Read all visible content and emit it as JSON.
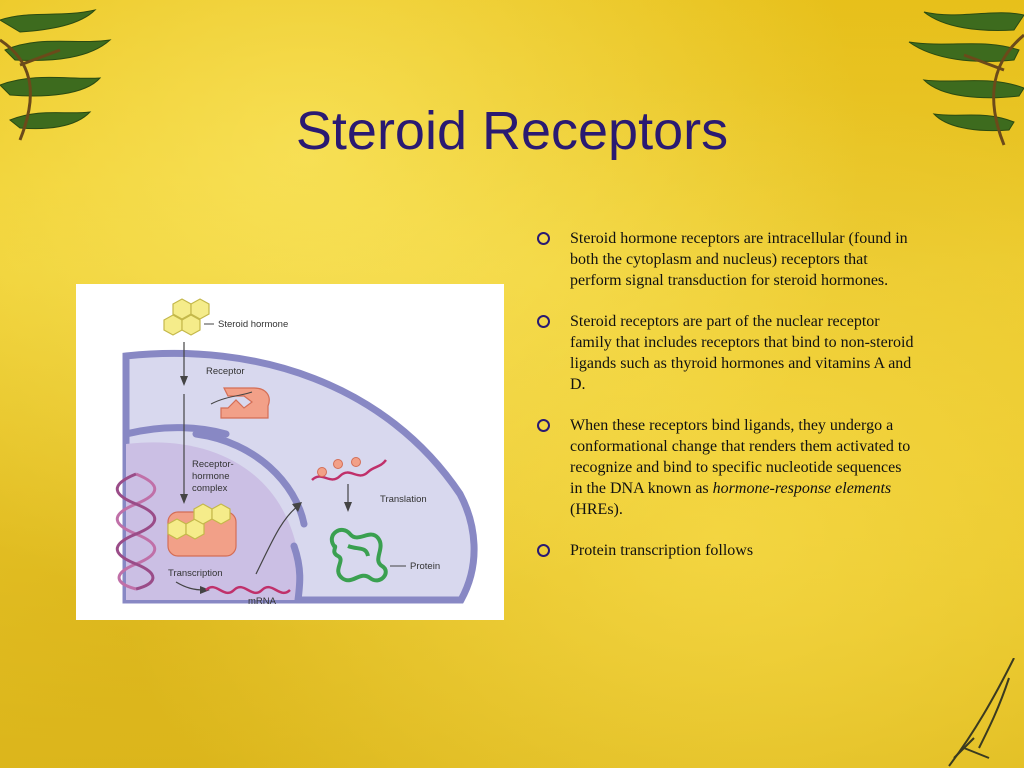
{
  "slide": {
    "title": "Steroid Receptors",
    "colors": {
      "title": "#2a1a72",
      "background": "#ecca2c",
      "bullet": "#2a1a72"
    }
  },
  "diagram": {
    "labels": {
      "steroid_hormone": "Steroid hormone",
      "receptor": "Receptor",
      "complex_line1": "Receptor-",
      "complex_line2": "hormone",
      "complex_line3": "complex",
      "transcription": "Transcription",
      "mrna": "mRNA",
      "translation": "Translation",
      "protein": "Protein"
    }
  },
  "bullets": [
    {
      "text": "Steroid hormone receptors are intracellular (found in both the cytoplasm and nucleus) receptors that perform signal transduction for steroid hormones."
    },
    {
      "text": "Steroid receptors are part of the nuclear receptor family that includes receptors that bind to non-steroid ligands such as thyroid hormones and vitamins A and D."
    },
    {
      "text_before": "When these receptors bind ligands, they undergo a conformational change that renders them activated to recognize and bind to specific nucleotide sequences in the DNA known as ",
      "text_italic": "hormone-response elements",
      "text_after": " (HREs)."
    },
    {
      "text": "Protein transcription follows"
    }
  ]
}
